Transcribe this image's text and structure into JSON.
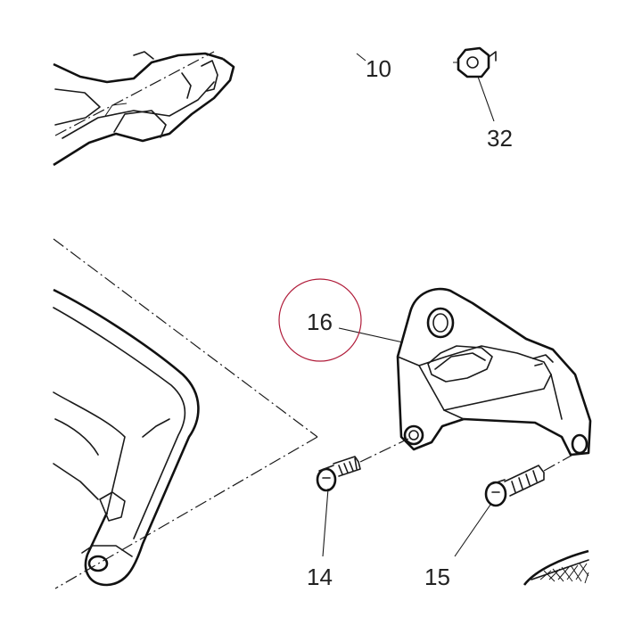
{
  "diagram": {
    "highlight_color": "#b01c3a",
    "line_color": "#1a1a1a",
    "callouts": [
      {
        "id": "10",
        "text": "10"
      },
      {
        "id": "32",
        "text": "32"
      },
      {
        "id": "16",
        "text": "16"
      },
      {
        "id": "14",
        "text": "14"
      },
      {
        "id": "15",
        "text": "15"
      }
    ],
    "highlighted_callout": "16"
  }
}
